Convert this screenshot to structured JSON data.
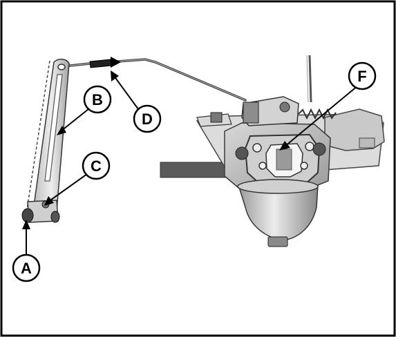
{
  "callouts": [
    {
      "id": "A",
      "label": "A"
    },
    {
      "id": "B",
      "label": "B"
    },
    {
      "id": "C",
      "label": "C"
    },
    {
      "id": "D",
      "label": "D"
    },
    {
      "id": "F",
      "label": "F"
    }
  ],
  "colors": {
    "frame": "#000000",
    "metal_light": "#e6e6e6",
    "metal_mid": "#bdbdbd",
    "metal_dark": "#6e6e6e",
    "bar_dark": "#5a5a5a"
  },
  "icons": [
    "carburetor-illustration",
    "choke-lever-illustration",
    "linkage-rod-illustration"
  ]
}
